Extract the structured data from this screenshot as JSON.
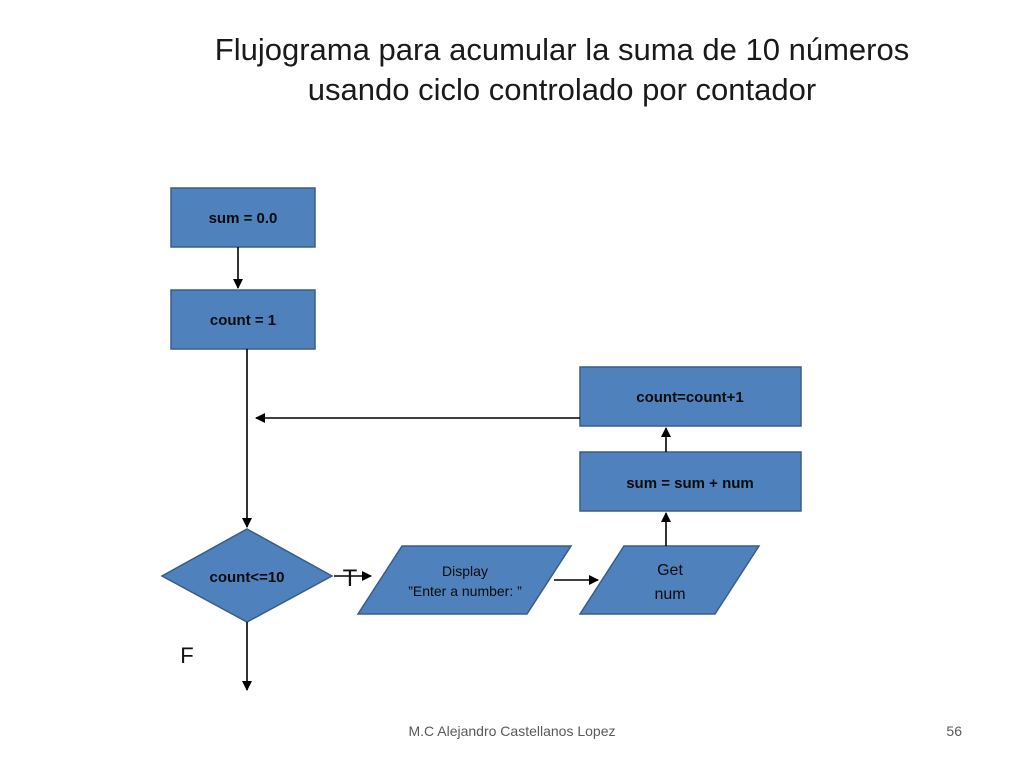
{
  "title": {
    "line1": "Flujograma para acumular la suma de 10 números",
    "line2": "usando ciclo controlado por contador"
  },
  "nodes": {
    "sum_init": "sum = 0.0",
    "count_init": "count = 1",
    "count_increment": "count=count+1",
    "sum_accumulate": "sum = sum + num",
    "condition": "count<=10",
    "display_line1": "Display",
    "display_line2": "”Enter a number: ”",
    "get_line1": "Get",
    "get_line2": "num"
  },
  "labels": {
    "true_branch": "T",
    "false_branch": "F"
  },
  "colors": {
    "node_fill": "#4f81bd",
    "node_stroke": "#385d8a",
    "connector": "#000000"
  },
  "footer": {
    "author": "M.C Alejandro Castellanos Lopez",
    "page_number": "56"
  }
}
